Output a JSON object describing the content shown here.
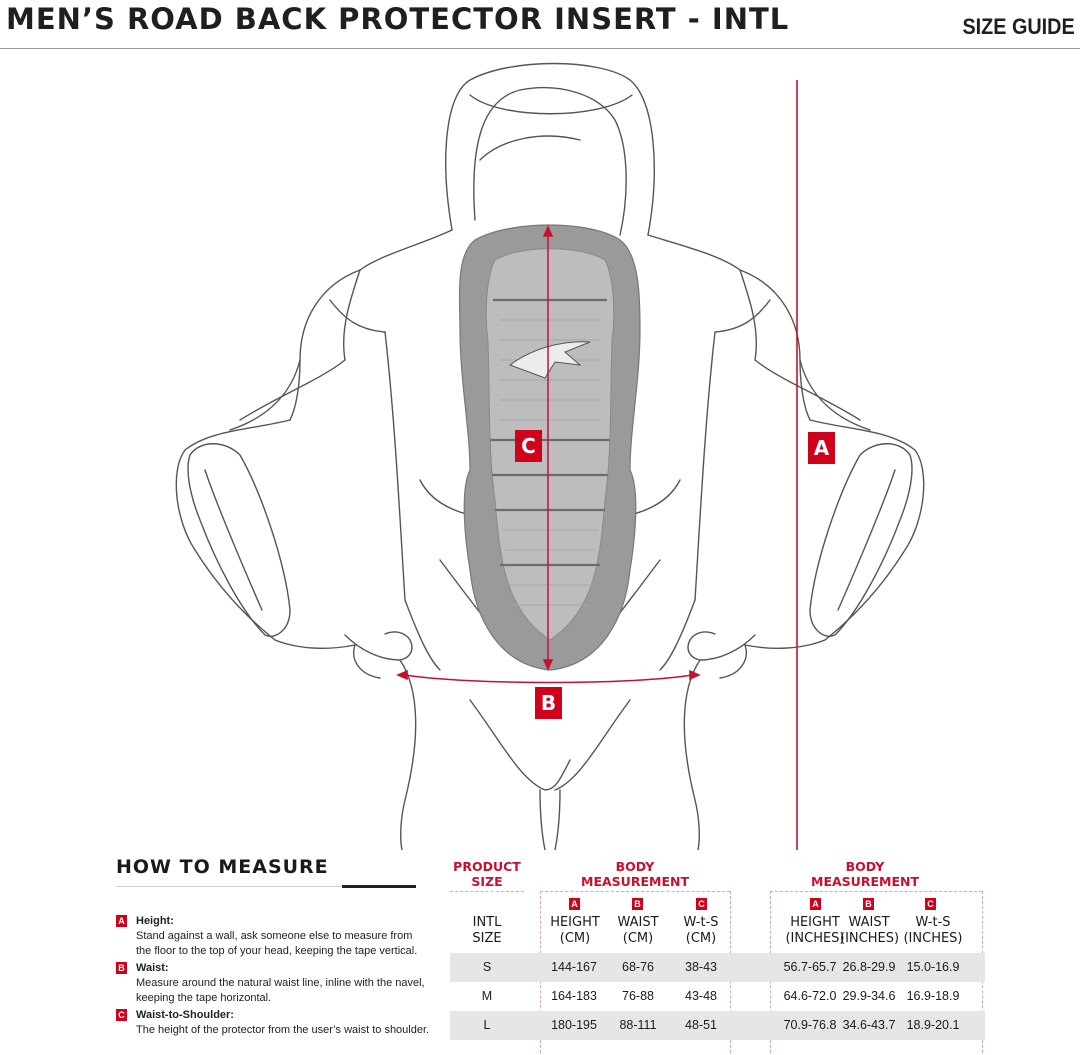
{
  "header": {
    "title": "MEN’S ROAD BACK PROTECTOR INSERT - INTL",
    "size_guide": "SIZE GUIDE"
  },
  "illustration": {
    "labels": {
      "a": "A",
      "b": "B",
      "c": "C"
    },
    "icons": [
      "figure-back-illustration",
      "back-protector-icon",
      "height-arrow",
      "waist-arrow",
      "wts-arrow"
    ]
  },
  "how_to_measure": {
    "title": "HOW TO MEASURE",
    "items": [
      {
        "badge": "A",
        "title": "Height:",
        "lines": [
          "Stand against a wall, ask someone else to measure from",
          "the floor to the top of your head, keeping the tape vertical."
        ]
      },
      {
        "badge": "B",
        "title": "Waist:",
        "lines": [
          "Measure around the natural waist line, inline with the navel,",
          "keeping the tape horizontal."
        ]
      },
      {
        "badge": "C",
        "title": "Waist-to-Shoulder:",
        "lines": [
          "The height of the protector from the user’s waist to shoulder."
        ]
      }
    ]
  },
  "table": {
    "product_size_header": [
      "PRODUCT",
      "SIZE"
    ],
    "body_measurement_header": [
      "BODY",
      "MEASUREMENT"
    ],
    "col_badges": [
      "A",
      "B",
      "C",
      "A",
      "B",
      "C"
    ],
    "columns": [
      [
        "INTL",
        "SIZE"
      ],
      [
        "HEIGHT",
        "(CM)"
      ],
      [
        "WAIST",
        "(CM)"
      ],
      [
        "W-t-S",
        "(CM)"
      ],
      [
        "HEIGHT",
        "(INCHES)"
      ],
      [
        "WAIST",
        "(INCHES)"
      ],
      [
        "W-t-S",
        "(INCHES)"
      ]
    ],
    "rows": [
      [
        "S",
        "144-167",
        "68-76",
        "38-43",
        "56.7-65.7",
        "26.8-29.9",
        "15.0-16.9"
      ],
      [
        "M",
        "164-183",
        "76-88",
        "43-48",
        "64.6-72.0",
        "29.9-34.6",
        "16.9-18.9"
      ],
      [
        "L",
        "180-195",
        "88-111",
        "48-51",
        "70.9-76.8",
        "34.6-43.7",
        "18.9-20.1"
      ]
    ]
  },
  "colors": {
    "accent_red": "#d0021b",
    "row_shade": "#e6e6e6"
  }
}
